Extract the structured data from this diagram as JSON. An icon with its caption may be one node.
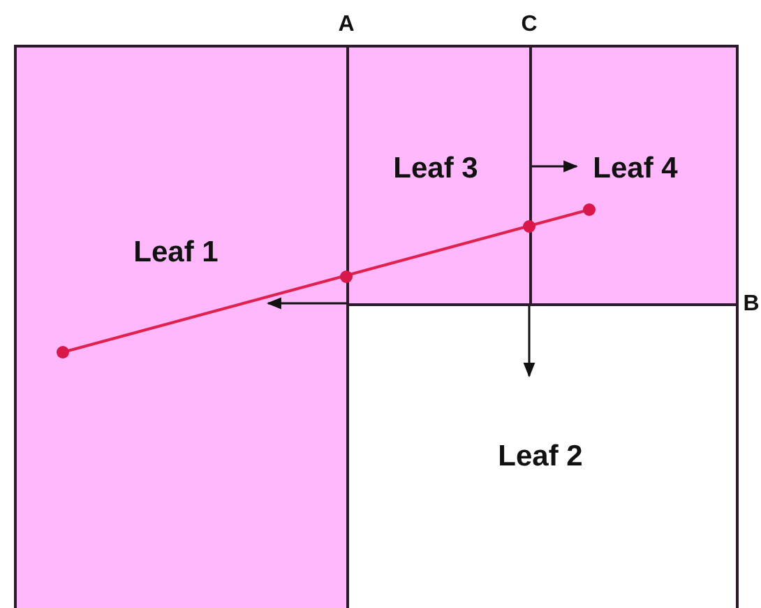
{
  "diagram": {
    "nodes": [
      {
        "text": [
          "Leaf 1"
        ]
      },
      {
        "text": [
          "Leaf 3"
        ]
      },
      {
        "text": [
          "Leaf 4"
        ]
      },
      {
        "text": [
          "Leaf 2"
        ]
      }
    ],
    "edges": [
      {
        "from": 1,
        "to": 0,
        "arrow": "to"
      },
      {
        "from": 1,
        "to": 3,
        "arrow": "to"
      },
      {
        "from": 1,
        "to": 2,
        "arrow": "to"
      }
    ],
    "labels": [
      "A",
      "C",
      "B"
    ]
  }
}
